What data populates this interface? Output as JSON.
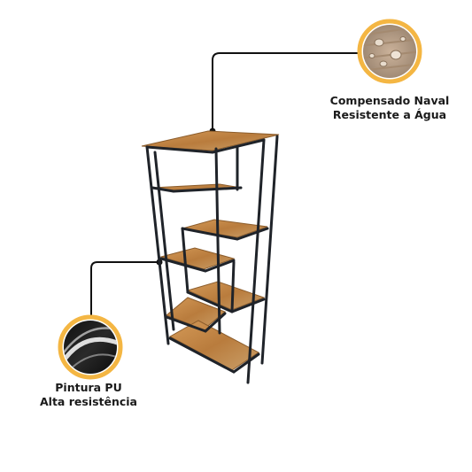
{
  "callouts": {
    "top": {
      "line1": "Compensado Naval",
      "line2": "Resistente a Água",
      "icon": "water-drops-on-wood-icon"
    },
    "bottom": {
      "line1": "Pintura PU",
      "line2": "Alta resistência",
      "icon": "glossy-black-paint-icon"
    }
  },
  "product": {
    "icon": "bookshelf-icon"
  },
  "colors": {
    "ring": "#f4b643",
    "frame": "#1f2329",
    "wood": "#c58a49",
    "wood_dark": "#9c6a34",
    "leader_line": "#111111"
  }
}
